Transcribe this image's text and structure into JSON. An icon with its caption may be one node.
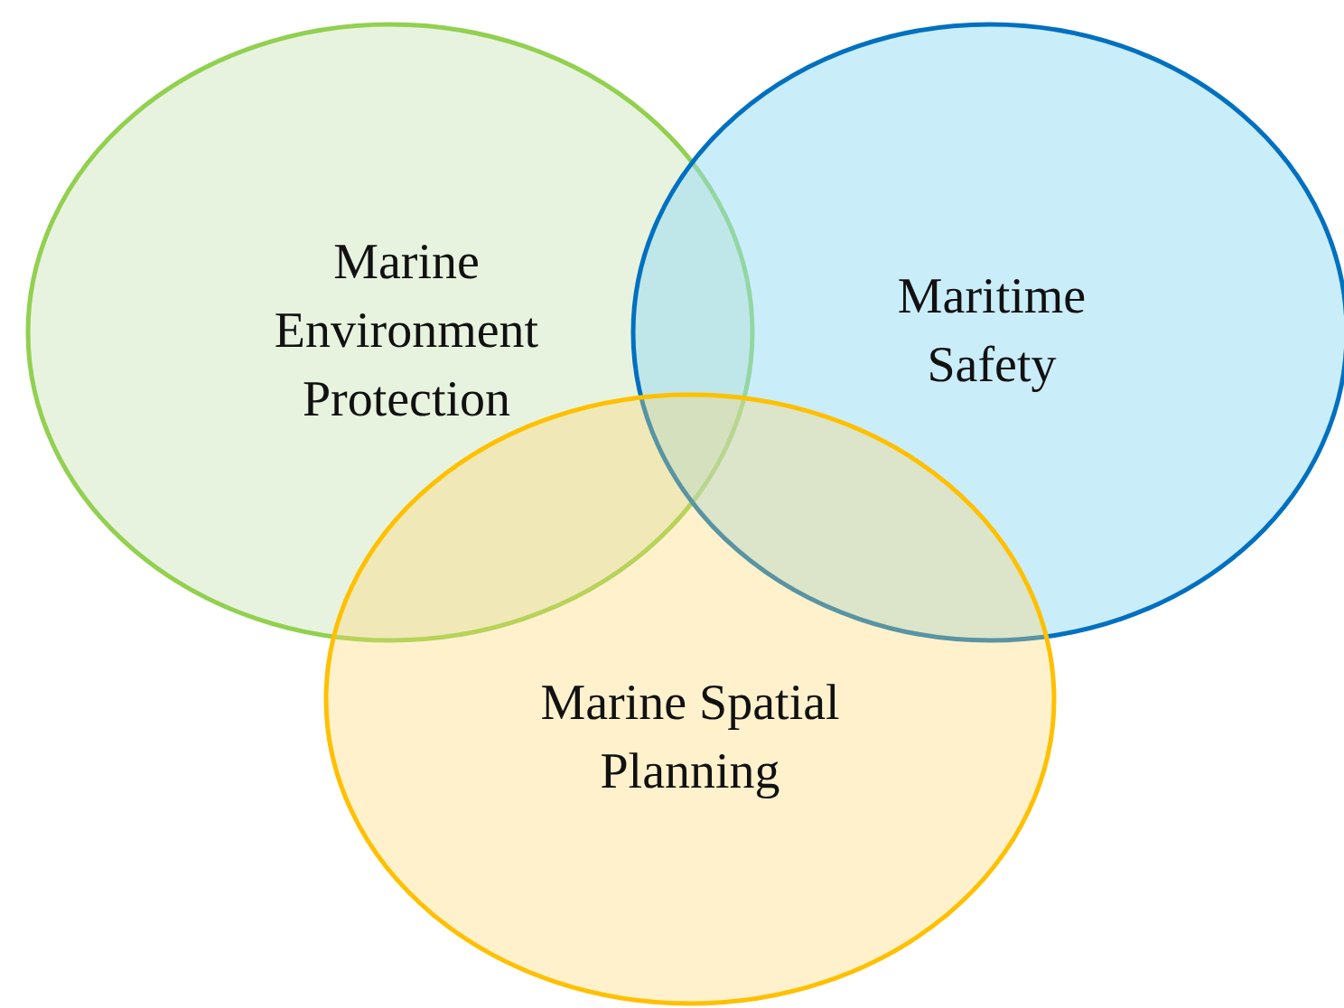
{
  "diagram": {
    "nodes": [
      {
        "text": [
          "Marine Environment Protection"
        ]
      },
      {
        "text": [
          "Maritime Safety"
        ]
      },
      {
        "text": [
          "Marine Spatial Planning"
        ]
      }
    ]
  }
}
